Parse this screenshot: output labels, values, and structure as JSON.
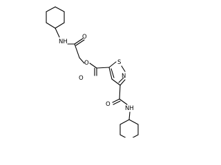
{
  "molecule": {
    "atoms": {
      "nh_top": "NH",
      "o_amide_top": "O",
      "o_ester": "O",
      "o_carbonyl_ester": "O",
      "s_ring": "S",
      "n_ring": "N",
      "o_amide_bottom": "O",
      "nh_bottom": "NH"
    }
  }
}
